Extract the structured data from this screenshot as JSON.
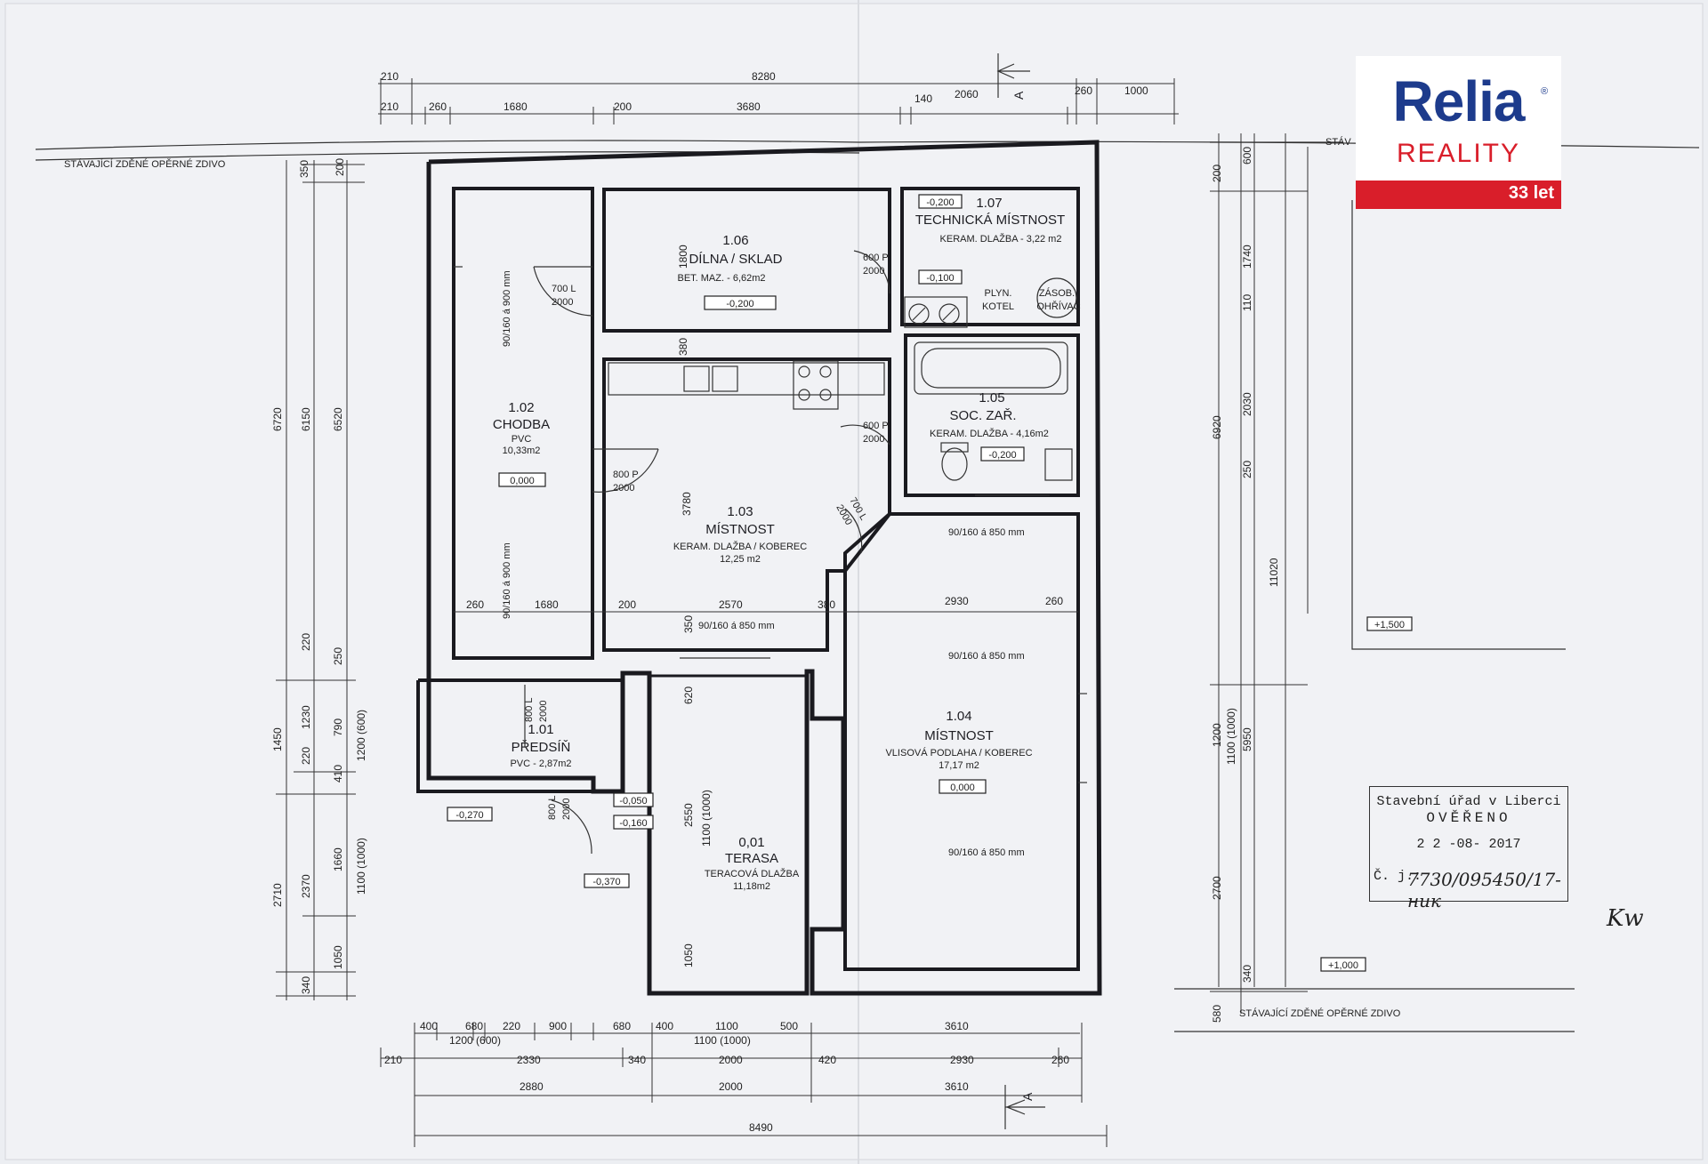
{
  "rooms": [
    {
      "id": "101",
      "number": "1.01",
      "name": "PŘEDSÍŇ",
      "finish": "PVC - 2,87m2"
    },
    {
      "id": "102",
      "number": "1.02",
      "name": "CHODBA",
      "finish": "PVC",
      "area": "10,33m2",
      "level": "0,000"
    },
    {
      "id": "103",
      "number": "1.03",
      "name": "MÍSTNOST",
      "finish": "KERAM. DLAŽBA / KOBEREC",
      "area": "12,25 m2"
    },
    {
      "id": "104",
      "number": "1.04",
      "name": "MÍSTNOST",
      "finish": "VLISOVÁ PODLAHA / KOBEREC",
      "area": "17,17 m2",
      "level": "0,000"
    },
    {
      "id": "105",
      "number": "1.05",
      "name": "SOC. ZAŘ.",
      "finish": "KERAM. DLAŽBA - 4,16m2",
      "level": "-0,200"
    },
    {
      "id": "106",
      "number": "1.06",
      "name": "DÍLNA / SKLAD",
      "finish": "BET. MAZ. - 6,62m2",
      "level": "-0,200"
    },
    {
      "id": "107",
      "number": "1.07",
      "name": "TECHNICKÁ MÍSTNOST",
      "finish": "KERAM. DLAŽBA - 3,22 m2",
      "level": "-0,200",
      "level2": "-0,100"
    },
    {
      "id": "001",
      "number": "0,01",
      "name": "TERASA",
      "finish": "TERACOVÁ DLAŽBA",
      "area": "11,18m2"
    }
  ],
  "equipment": {
    "boiler": [
      "PLYN.",
      "KOTEL"
    ],
    "heater": [
      "ZÁSOB.",
      "OHŘÍVAČ"
    ]
  },
  "retaining_wall": "STÁVAJÍCÍ ZDĚNÉ OPĚRNÉ ZDIVO",
  "retaining_wall_cut": "STÁV",
  "section_mark": "A",
  "levels": [
    "-0,270",
    "-0,050",
    "-0,160",
    "-0,370",
    "+1,500",
    "+1,000"
  ],
  "doors": {
    "d1": [
      "700 L",
      "2000"
    ],
    "d2": [
      "800 P",
      "2000"
    ],
    "d3": [
      "800 L",
      "2000"
    ],
    "d4": [
      "800 L",
      "2000"
    ],
    "d5": [
      "600 P",
      "2000"
    ],
    "d6": [
      "600 P",
      "2000"
    ],
    "d7": [
      "700 L",
      "2000"
    ]
  },
  "windows": {
    "w_v": "90/160 á 900 mm",
    "w_h": "90/160 á 850 mm"
  },
  "dims_top": [
    "210",
    "8280",
    "210",
    "260",
    "1680",
    "200",
    "3680",
    "140",
    "2060",
    "260",
    "1000"
  ],
  "dims_bottom_row1": [
    "400",
    "680",
    "220",
    "900",
    "680",
    "400",
    "1100",
    "500",
    "3610"
  ],
  "dims_bottom_sub": [
    "1200 (600)",
    "1100 (1000)"
  ],
  "dims_bottom_row2": [
    "210",
    "2330",
    "340",
    "2000",
    "420",
    "2930",
    "260"
  ],
  "dims_bottom_row3": [
    "2880",
    "2000",
    "3610"
  ],
  "dims_bottom_total": "8490",
  "dims_left": [
    "350",
    "200",
    "6720",
    "6150",
    "6520",
    "220",
    "250",
    "1450",
    "1230",
    "220",
    "790",
    "1200 (600)",
    "410",
    "2710",
    "2370",
    "1660",
    "1100 (1000)",
    "1050",
    "340"
  ],
  "dims_right": [
    "200",
    "600",
    "1740",
    "110",
    "6920",
    "2030",
    "250",
    "11020",
    "1200",
    "1100 (1000)",
    "5950",
    "2700",
    "340",
    "580"
  ],
  "dims_inner": [
    "1800",
    "380",
    "3780",
    "350",
    "620",
    "2550",
    "1100 (1000)",
    "1050",
    "260",
    "1680",
    "200",
    "2570",
    "380",
    "2930",
    "260"
  ],
  "stamp": {
    "office": "Stavební úřad v Liberci",
    "verified": "OVĚŘENO",
    "date": "2 2 -08- 2017",
    "ref_label": "Č. j.:",
    "ref_hand": "7730/095450/17-ник"
  },
  "signature": "Kw",
  "brand": {
    "name": "Relia",
    "sub": "REALITY",
    "years": "33 let",
    "reg": "®",
    "blue": "#1d3b8c",
    "red": "#d91e2a"
  }
}
